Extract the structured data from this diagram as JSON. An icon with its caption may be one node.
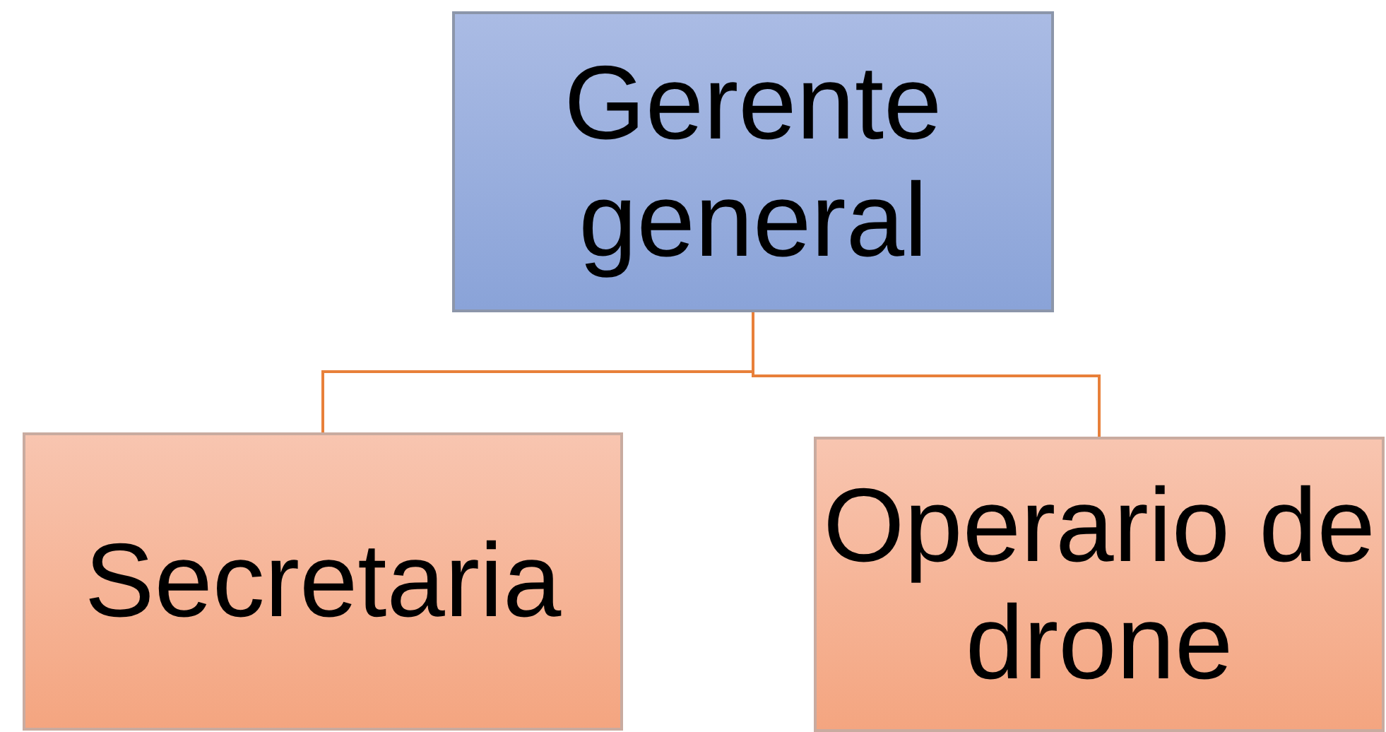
{
  "diagram": {
    "nodes": [
      {
        "text": [
          "Gerente general"
        ]
      },
      {
        "text": [
          "Secretaria"
        ]
      },
      {
        "text": [
          "Operario de drone"
        ]
      }
    ],
    "edges": [
      {
        "from": 0,
        "to": 1,
        "arrow": "none"
      },
      {
        "from": 0,
        "to": 2,
        "arrow": "none"
      }
    ]
  }
}
